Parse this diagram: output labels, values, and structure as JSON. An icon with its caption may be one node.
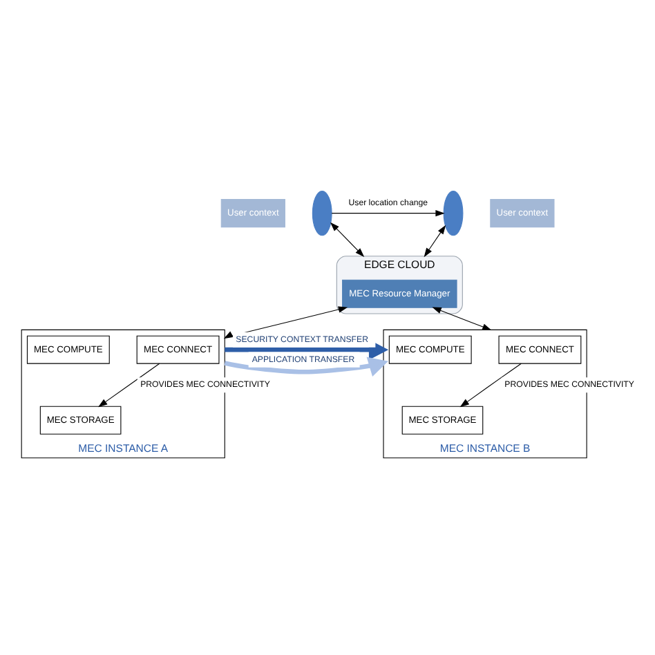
{
  "diagram": {
    "nodes": [
      {
        "text": [
          "User context"
        ]
      },
      {
        "text": [],
        "shape": "person"
      },
      {
        "text": [
          "User context"
        ]
      },
      {
        "text": [],
        "shape": "person"
      },
      {
        "text": [
          "EDGE CLOUD"
        ]
      },
      {
        "text": [
          "MEC Resource Manager"
        ],
        "in": 4
      },
      {
        "text": [
          "MEC INSTANCE A"
        ]
      },
      {
        "text": [
          "MEC CONNECT"
        ],
        "in": 6
      },
      {
        "text": [
          "MEC STORAGE"
        ],
        "in": 6
      },
      {
        "text": [
          "MEC COMPUTE"
        ],
        "in": 6
      },
      {
        "text": [
          "MEC INSTANCE B"
        ]
      },
      {
        "text": [
          "MEC CONNECT"
        ],
        "in": 10
      },
      {
        "text": [
          "MEC STORAGE"
        ],
        "in": 10
      },
      {
        "text": [
          "MEC COMPUTE"
        ],
        "in": 10
      }
    ],
    "edges": [
      {
        "from": 1,
        "to": 3,
        "arrow": "to",
        "label": "User location change"
      },
      {
        "from": 1,
        "to": 4,
        "arrow": "both"
      },
      {
        "from": 3,
        "to": 4,
        "arrow": "both"
      },
      {
        "from": 5,
        "to": 6,
        "arrow": "both"
      },
      {
        "from": 5,
        "to": 10,
        "arrow": "both"
      },
      {
        "from": 7,
        "to": 8,
        "arrow": "to",
        "label": "PROVIDES MEC CONNECTIVITY"
      },
      {
        "from": 11,
        "to": 12,
        "arrow": "to",
        "label": "PROVIDES MEC CONNECTIVITY"
      },
      {
        "from": 6,
        "to": 10,
        "arrow": "to",
        "label": "SECURITY CONTEXT TRANSFER",
        "style": "thick",
        "color": "#2e5ea8"
      },
      {
        "from": 6,
        "to": 10,
        "arrow": "to",
        "label": "APPLICATION TRANSFER",
        "style": "thick",
        "color": "#a9c0e6"
      }
    ]
  }
}
